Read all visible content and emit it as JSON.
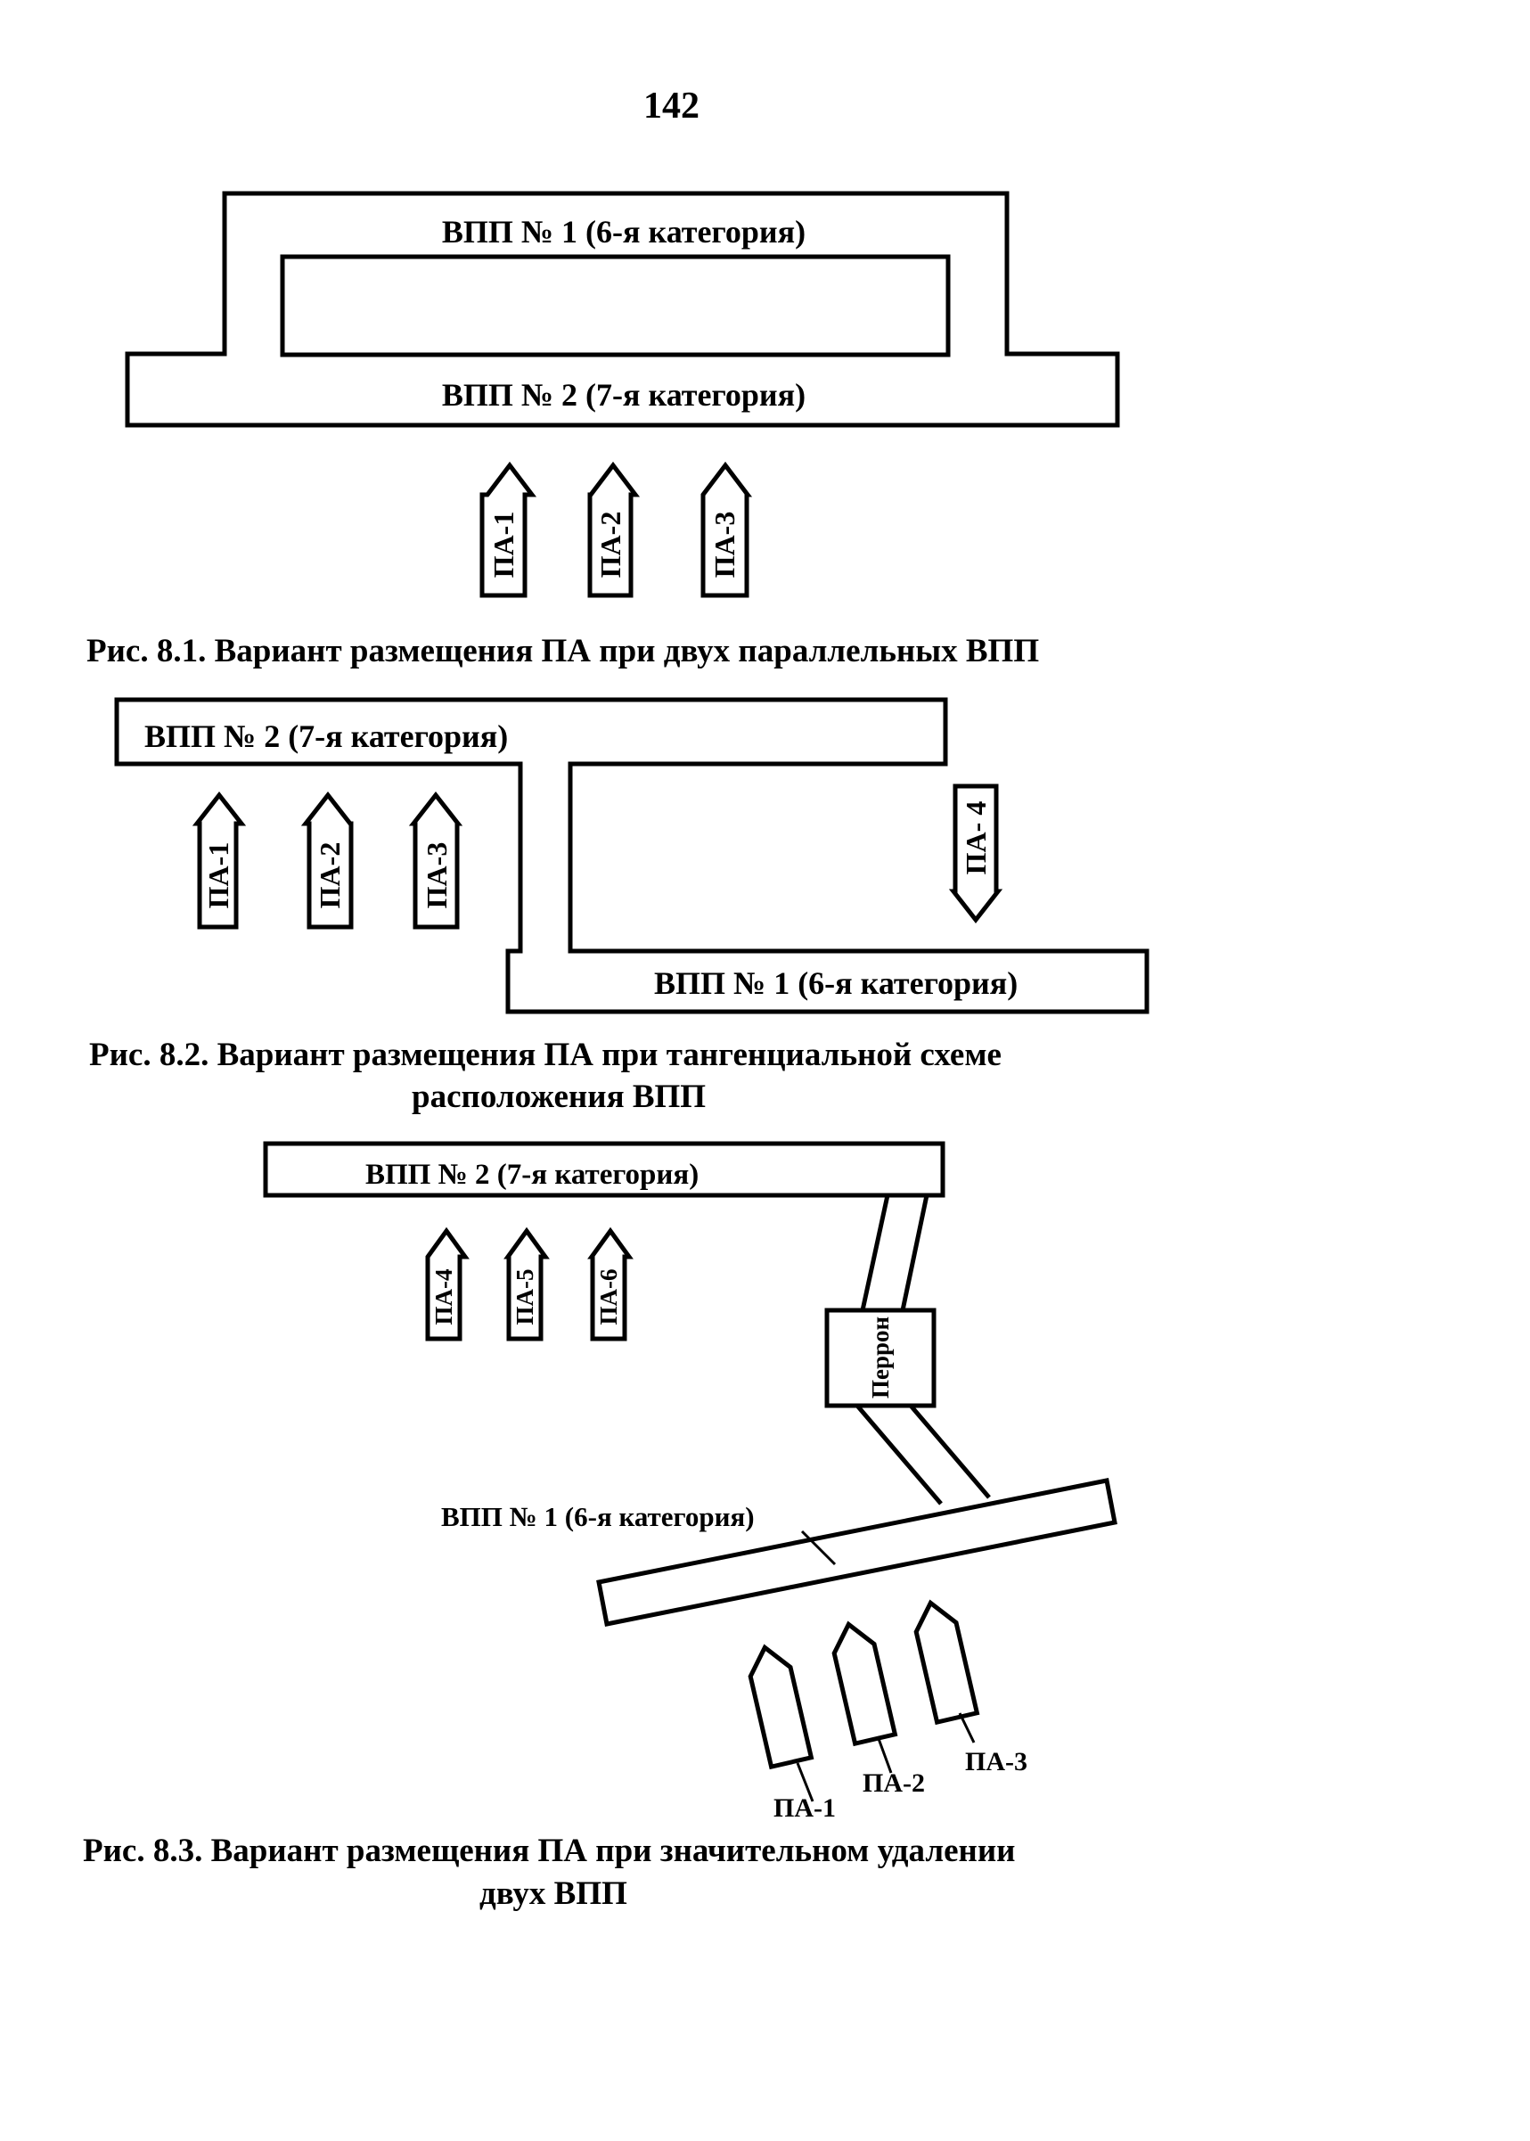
{
  "page_number": "142",
  "figures": [
    {
      "id": "8.1",
      "runway_1_label": "ВПП  № 1 (6-я категория)",
      "runway_2_label": "ВПП  № 2 (7-я категория)",
      "vehicles": [
        "ПА-1",
        "ПА-2",
        "ПА-3"
      ],
      "caption_lines": [
        "Рис. 8.1.   Вариант размещения ПА при двух параллельных ВПП"
      ]
    },
    {
      "id": "8.2",
      "runway_2_label": "ВПП  № 2 (7-я категория)",
      "runway_1_label": "ВПП  № 1 (6-я категория)",
      "vehicles": [
        "ПА-1",
        "ПА-2",
        "ПА-3"
      ],
      "vehicle_down": "ПА- 4",
      "caption_lines": [
        "Рис. 8.2.  Вариант размещения ПА при тангенциальной схеме",
        "расположения ВПП"
      ]
    },
    {
      "id": "8.3",
      "runway_2_label": "ВПП  № 2  (7-я категория)",
      "runway_1_label": "ВПП  № 1 (6-я категория)",
      "apron_label": "Перрон",
      "vehicles_top": [
        "ПА-4",
        "ПА-5",
        "ПА-6"
      ],
      "vehicles_bottom": [
        "ПА-1",
        "ПА-2",
        "ПА-3"
      ],
      "caption_lines": [
        "Рис. 8.3.  Вариант размещения ПА при значительном удалении",
        "двух ВПП"
      ]
    }
  ]
}
